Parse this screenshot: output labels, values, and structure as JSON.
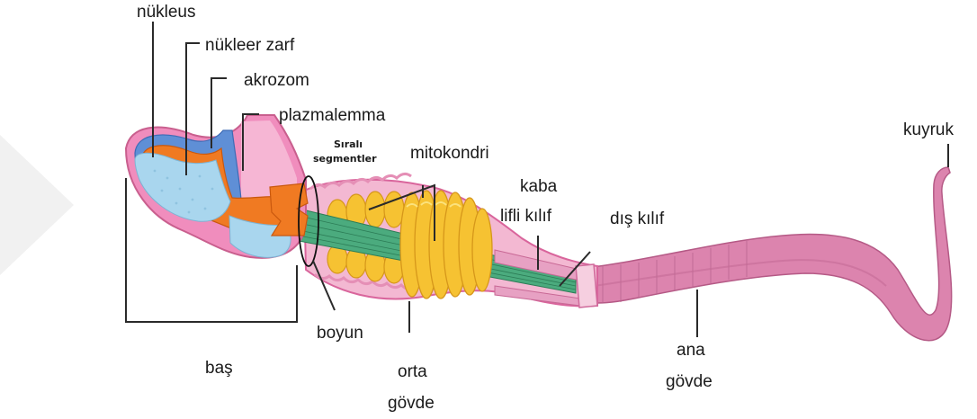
{
  "colors": {
    "background": "#ffffff",
    "watermark": "#f1f1f1",
    "nucleus_blue": "#a9d6ee",
    "nuclear_envelope_orange": "#f07a22",
    "acrosome_blue": "#5f8fd6",
    "plasma_membrane_pink": "#f4a6c9",
    "mitochondria_yellow": "#f6c232",
    "fibers_green": "#3f9e73",
    "tail_pink": "#d97aa6"
  },
  "labels": {
    "nucleus": "nükleus",
    "nuclear_envelope": "nükleer zarf",
    "acrosome": "akrozom",
    "plasma_membrane": "plazmalemma",
    "segmented_columns_1": "Sıralı",
    "segmented_columns_2": "segmentler",
    "mitochondria": "mitokondri",
    "coarse_fibers_1": "kaba",
    "coarse_fibers_2": "lifli kılıf",
    "outer_sheath": "dış kılıf",
    "tail": "kuyruk",
    "neck": "boyun",
    "head": "baş",
    "midpiece_1": "orta",
    "midpiece_2": "gövde",
    "principal_piece_1": "ana",
    "principal_piece_2": "gövde"
  }
}
